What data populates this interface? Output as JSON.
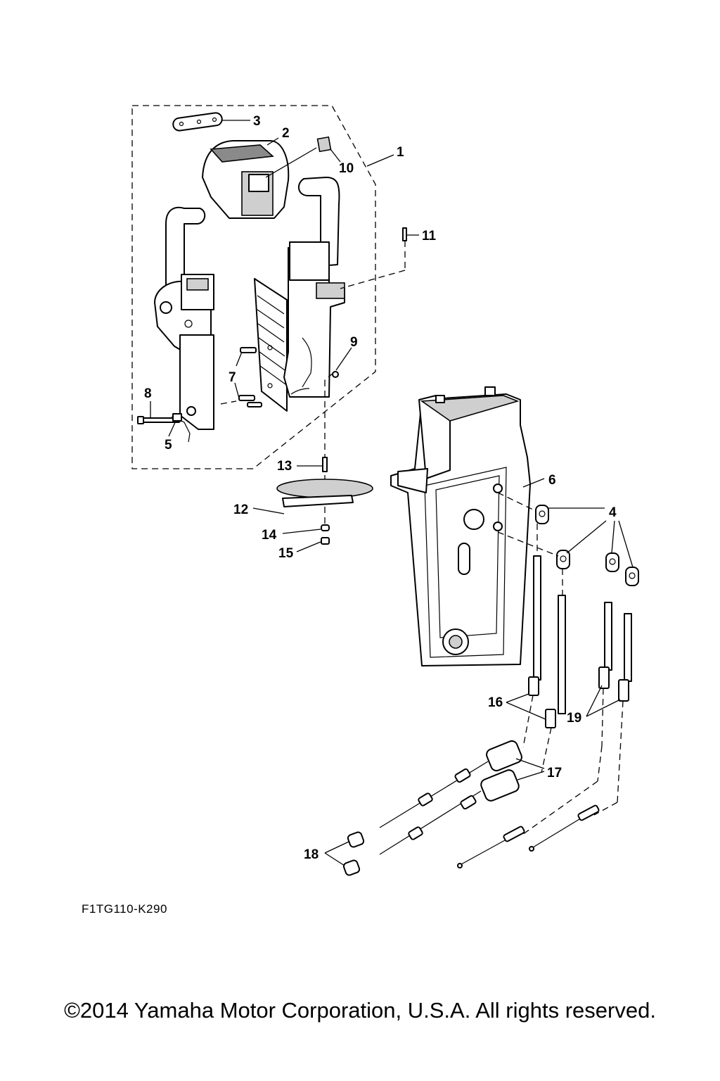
{
  "callouts": {
    "c1": "1",
    "c2": "2",
    "c3": "3",
    "c4": "4",
    "c5": "5",
    "c6": "6",
    "c7": "7",
    "c8": "8",
    "c9": "9",
    "c10": "10",
    "c11": "11",
    "c12": "12",
    "c13": "13",
    "c14": "14",
    "c15": "15",
    "c16": "16",
    "c17": "17",
    "c18": "18",
    "c19": "19"
  },
  "figure_code": "F1TG110-K290",
  "copyright": "©2014 Yamaha Motor Corporation, U.S.A. All rights reserved."
}
